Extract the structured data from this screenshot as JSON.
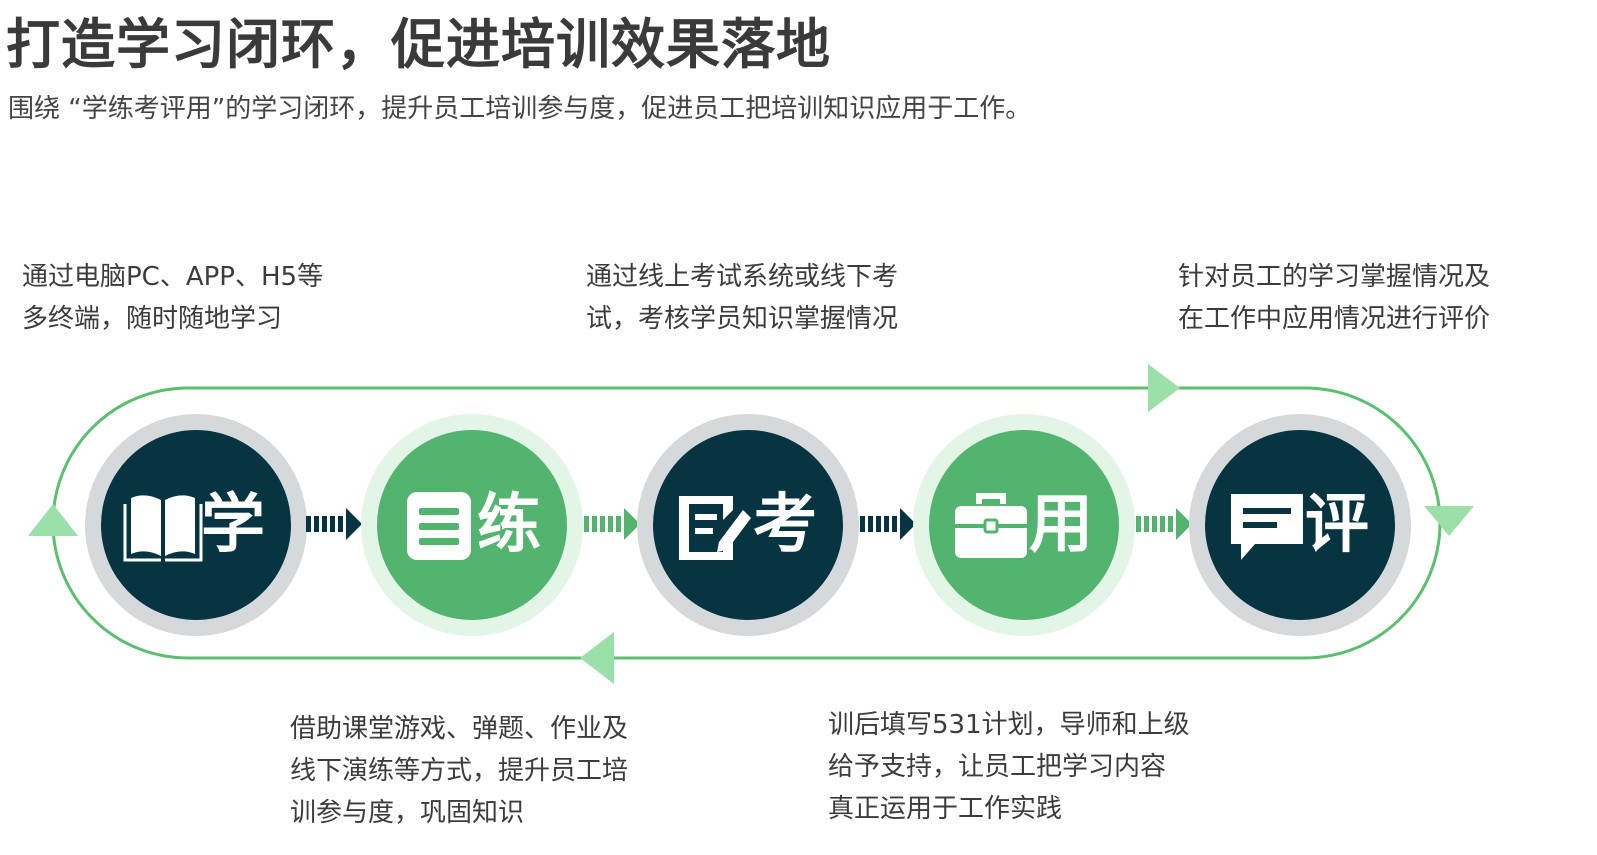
{
  "header": {
    "title": "打造学习闭环，促进培训效果落地",
    "subtitle": "围绕 “学练考评用”的学习闭环，提升员工培训参与度，促进员工把培训知识应用于工作。"
  },
  "descriptions": {
    "learn": [
      "通过电脑PC、APP、H5等",
      "多终端，随时随地学习"
    ],
    "exam": [
      "通过线上考试系统或线下考",
      "试，考核学员知识掌握情况"
    ],
    "evaluate": [
      "针对员工的学习掌握情况及",
      "在工作中应用情况进行评价"
    ],
    "practice": [
      "借助课堂游戏、弹题、作业及",
      "线下演练等方式，提升员工培",
      "训参与度，巩固知识"
    ],
    "apply": [
      "训后填写531计划，导师和上级",
      "给予支持，让员工把学习内容",
      "真正运用于工作实践"
    ]
  },
  "nodes": [
    {
      "id": "learn",
      "label": "学",
      "icon": "book-icon",
      "style": "dark"
    },
    {
      "id": "practice",
      "label": "练",
      "icon": "document-icon",
      "style": "green"
    },
    {
      "id": "exam",
      "label": "考",
      "icon": "edit-icon",
      "style": "dark"
    },
    {
      "id": "apply",
      "label": "用",
      "icon": "briefcase-icon",
      "style": "green"
    },
    {
      "id": "evaluate",
      "label": "评",
      "icon": "chat-icon",
      "style": "dark"
    }
  ],
  "colors": {
    "dark": "#063440",
    "green": "#52b46f",
    "loop_line": "#5cbf6f",
    "arrowhead": "#9be0a8"
  }
}
